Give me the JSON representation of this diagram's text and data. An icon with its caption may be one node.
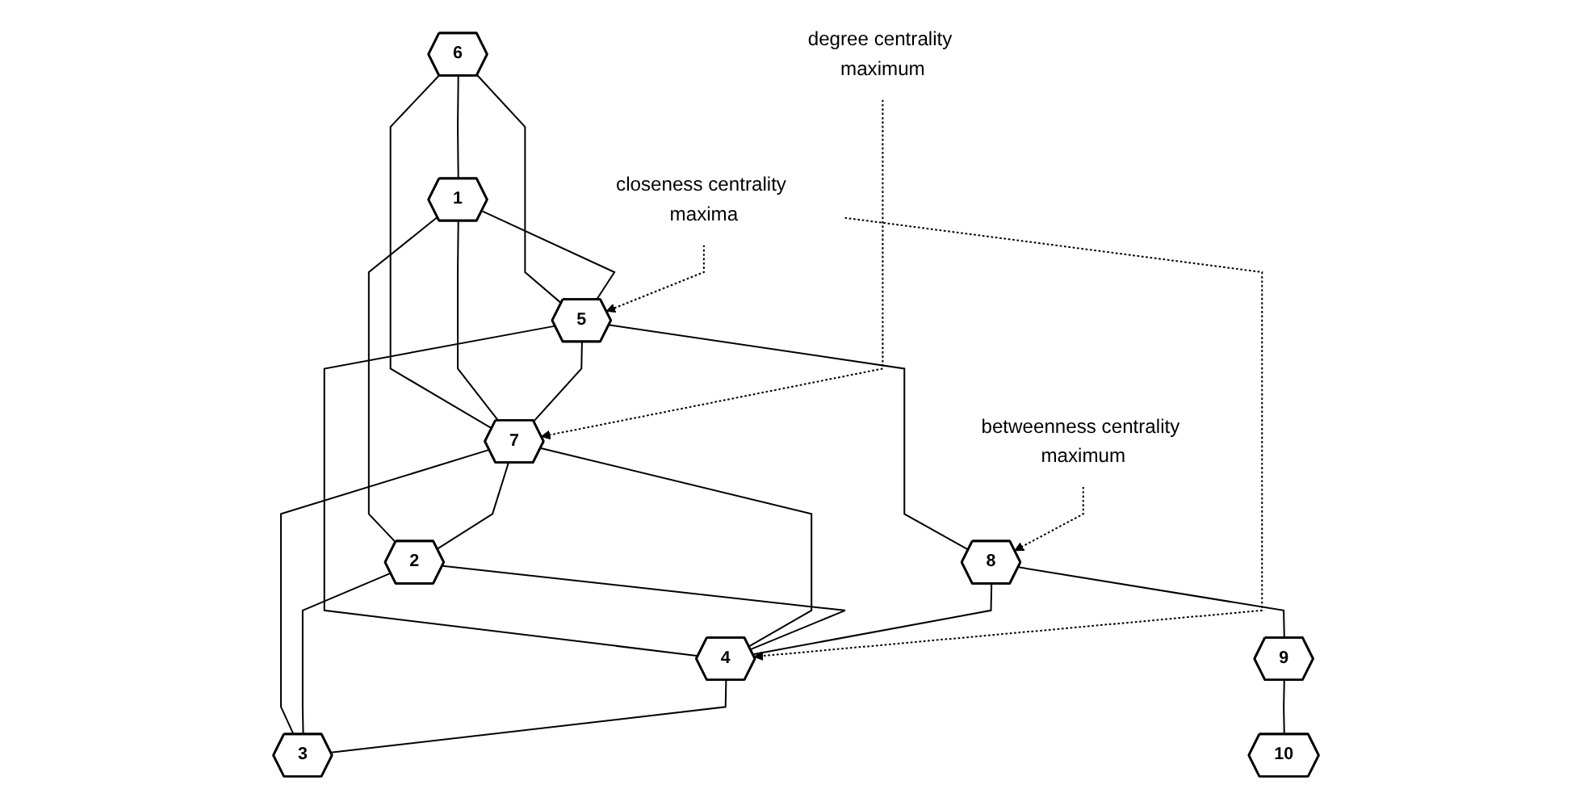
{
  "diagram": {
    "nodes": [
      {
        "text": [
          "6"
        ]
      },
      {
        "text": [
          "1"
        ]
      },
      {
        "text": [
          "5"
        ]
      },
      {
        "text": [
          "betweenness centrality maximum"
        ]
      },
      {
        "text": [
          "degree centrality maximum"
        ]
      },
      {
        "text": [
          "7"
        ]
      },
      {
        "text": [
          "8"
        ]
      },
      {
        "text": [
          "9"
        ]
      },
      {
        "text": [
          "10"
        ]
      },
      {
        "text": [
          "2"
        ]
      },
      {
        "text": [
          "4"
        ]
      },
      {
        "text": [
          "closeness centrality maxima"
        ]
      },
      {
        "text": [
          "3"
        ]
      }
    ],
    "edges": [
      {
        "from": 0,
        "to": 1,
        "arrow": "none"
      },
      {
        "from": 0,
        "to": 2,
        "arrow": "none"
      },
      {
        "from": 1,
        "to": 2,
        "arrow": "none"
      },
      {
        "from": 0,
        "to": 5,
        "arrow": "none"
      },
      {
        "from": 1,
        "to": 5,
        "arrow": "none"
      },
      {
        "from": 1,
        "to": 9,
        "arrow": "none"
      },
      {
        "from": 2,
        "to": 5,
        "arrow": "none"
      },
      {
        "from": 2,
        "to": 10,
        "arrow": "none"
      },
      {
        "from": 2,
        "to": 6,
        "arrow": "none"
      },
      {
        "from": 5,
        "to": 9,
        "arrow": "none"
      },
      {
        "from": 5,
        "to": 12,
        "arrow": "none"
      },
      {
        "from": 5,
        "to": 10,
        "arrow": "none"
      },
      {
        "from": 9,
        "to": 10,
        "arrow": "none"
      },
      {
        "from": 9,
        "to": 12,
        "arrow": "none"
      },
      {
        "from": 10,
        "to": 12,
        "arrow": "none"
      },
      {
        "from": 6,
        "to": 10,
        "arrow": "none"
      },
      {
        "from": 6,
        "to": 7,
        "arrow": "none"
      },
      {
        "from": 7,
        "to": 8,
        "arrow": "none"
      },
      {
        "from": 4,
        "to": 5,
        "arrow": "to",
        "style": "dashed"
      },
      {
        "from": 3,
        "to": 6,
        "arrow": "to",
        "style": "dashed"
      },
      {
        "from": 11,
        "to": 2,
        "arrow": "to",
        "style": "dashed"
      },
      {
        "from": 11,
        "to": 10,
        "arrow": "to",
        "style": "dashed"
      }
    ]
  }
}
